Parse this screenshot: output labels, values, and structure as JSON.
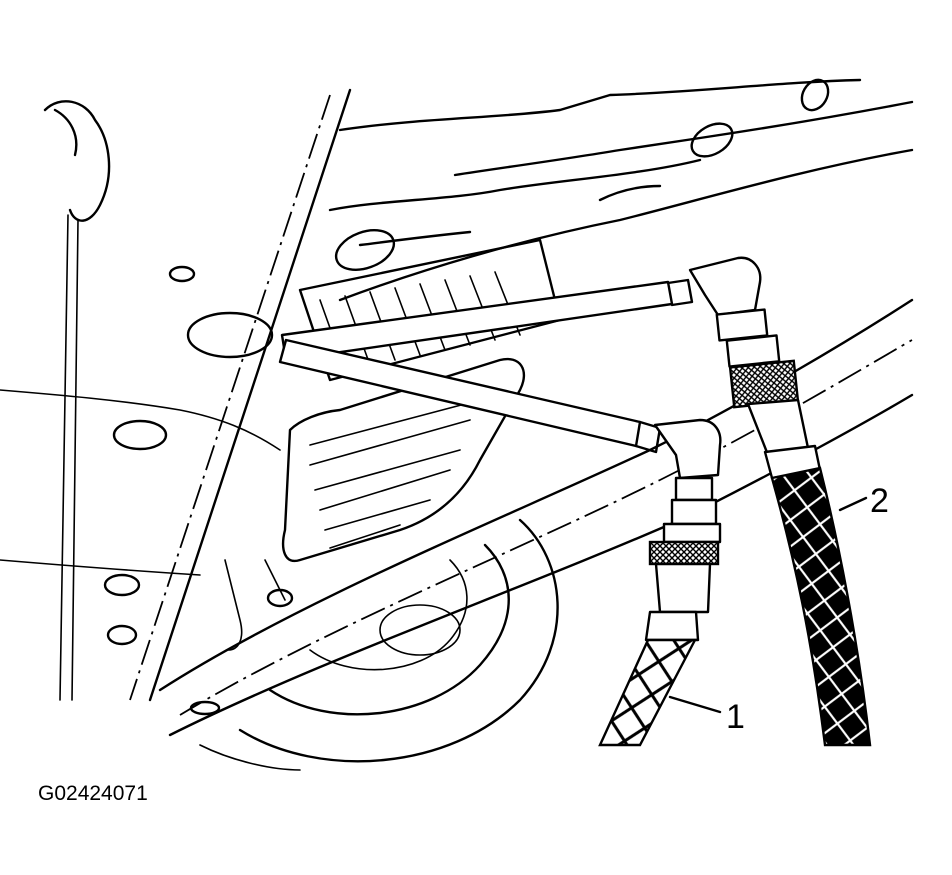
{
  "callouts": [
    {
      "label": "1"
    },
    {
      "label": "2"
    }
  ],
  "figure_id": "G02424071",
  "colors": {
    "line": "#000000",
    "background": "#ffffff"
  }
}
